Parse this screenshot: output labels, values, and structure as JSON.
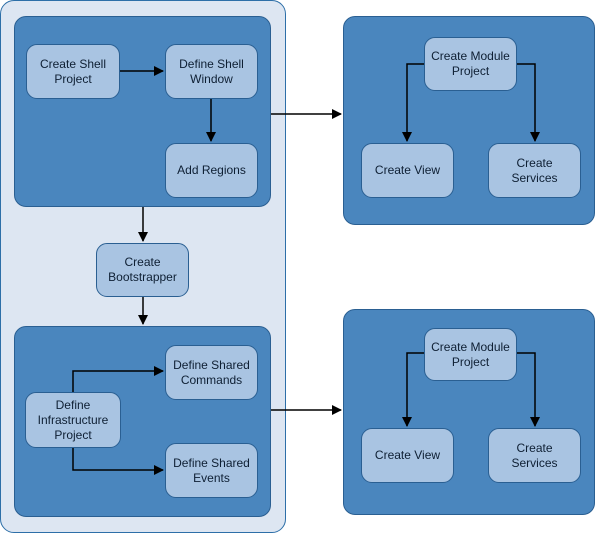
{
  "colors": {
    "outer_panel": "#dde6f2",
    "group_fill": "#4a86be",
    "node_fill": "#a9c4e2",
    "border": "#2a5f92",
    "arrow": "#000000"
  },
  "nodes": {
    "create_shell_project": "Create Shell\nProject",
    "define_shell_window": "Define Shell\nWindow",
    "add_regions": "Add Regions",
    "create_bootstrapper": "Create\nBootstrapper",
    "define_infrastructure_project": "Define\nInfrastructure\nProject",
    "define_shared_commands": "Define Shared\nCommands",
    "define_shared_events": "Define Shared\nEvents",
    "module1_create_module_project": "Create Module\nProject",
    "module1_create_view": "Create View",
    "module1_create_services": "Create Services",
    "module2_create_module_project": "Create Module\nProject",
    "module2_create_view": "Create View",
    "module2_create_services": "Create Services"
  }
}
